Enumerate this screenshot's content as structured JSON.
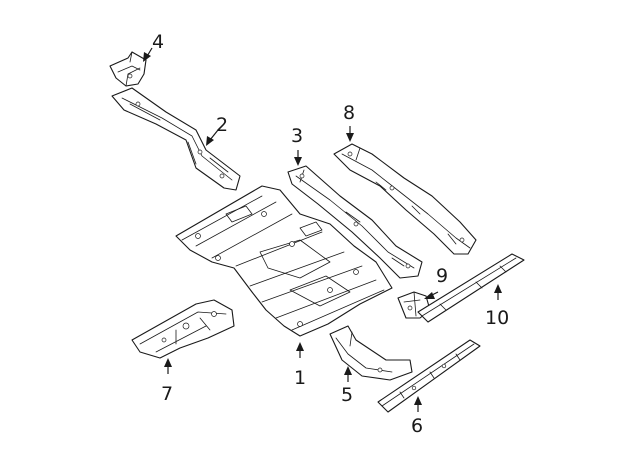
{
  "callouts": [
    {
      "id": "1",
      "label": "1"
    },
    {
      "id": "2",
      "label": "2"
    },
    {
      "id": "3",
      "label": "3"
    },
    {
      "id": "4",
      "label": "4"
    },
    {
      "id": "5",
      "label": "5"
    },
    {
      "id": "6",
      "label": "6"
    },
    {
      "id": "7",
      "label": "7"
    },
    {
      "id": "8",
      "label": "8"
    },
    {
      "id": "9",
      "label": "9"
    },
    {
      "id": "10",
      "label": "10"
    }
  ],
  "colors": {
    "line": "#1a1a1a",
    "background": "#ffffff"
  }
}
